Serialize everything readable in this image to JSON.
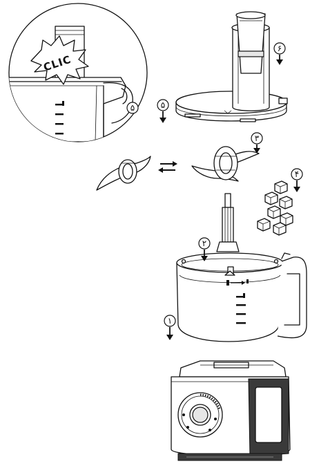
{
  "steps": [
    {
      "label": "۱"
    },
    {
      "label": "۲"
    },
    {
      "label": "۳"
    },
    {
      "label": "۴"
    },
    {
      "label": "۵"
    },
    {
      "label": "۵"
    },
    {
      "label": "۶"
    }
  ],
  "callout": {
    "text": "CLIC"
  },
  "icons": [
    "arrow-down-icon",
    "swap-arrows-icon",
    "click-burst-icon"
  ],
  "colors": {
    "line": "#111111",
    "fill": "#ffffff",
    "shade": "#e6e6e6",
    "dark": "#3a3a3a"
  }
}
